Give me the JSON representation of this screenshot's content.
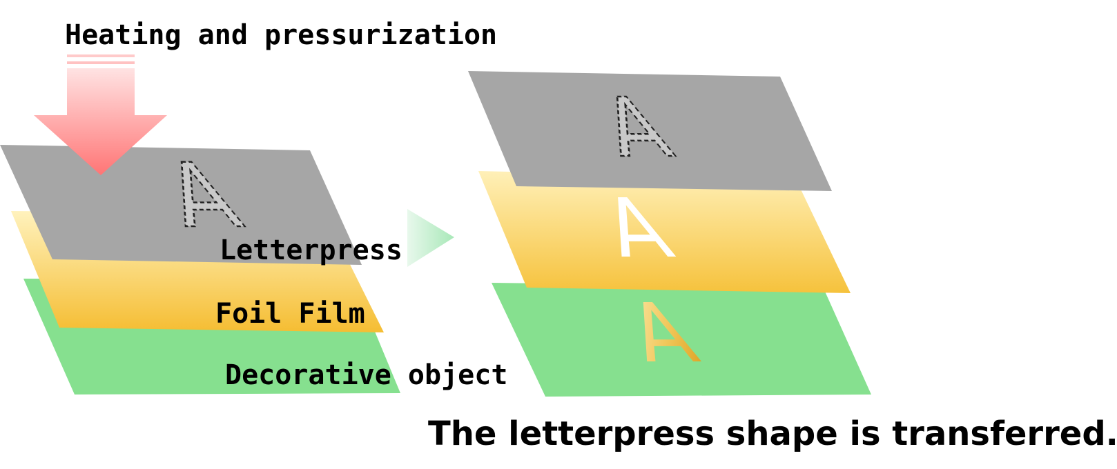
{
  "labels": {
    "heating": "Heating and pressurization",
    "letterpress": "Letterpress",
    "foil_film": "Foil Film",
    "decorative_object": "Decorative object",
    "caption": "The letterpress shape is transferred."
  },
  "letters": {
    "letterpress_before": "A",
    "letterpress_after": "A",
    "foil_after": "A",
    "object_after": "A"
  },
  "colors": {
    "letterpress_plate": "#a6a6a6",
    "foil_light": "#ffefb0",
    "foil_dark": "#f6c33f",
    "object_plate": "#86e08f",
    "arrow_top": "#ffd6d6",
    "arrow_bottom": "#ff7f7f",
    "process_arrow": "#bdf0c8",
    "gold_light": "#fbe7a8",
    "gold_dark": "#e0a020"
  }
}
